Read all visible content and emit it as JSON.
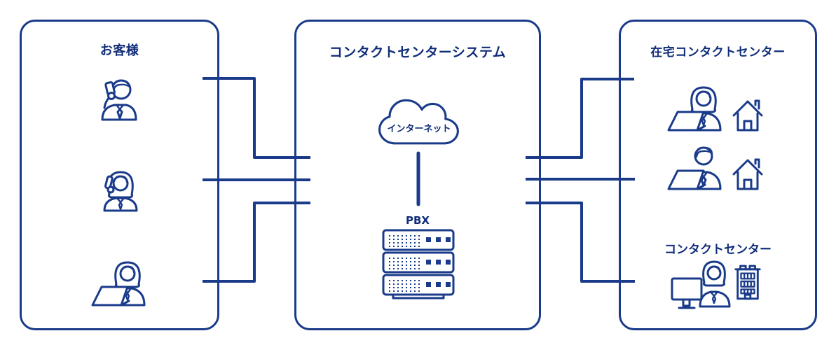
{
  "colors": {
    "line": "#1a3b8a",
    "text": "#102d78",
    "background": "#ffffff"
  },
  "panels": {
    "customers": {
      "title": "お客様",
      "items": [
        {
          "icon": "man-calling-smartphone-icon"
        },
        {
          "icon": "woman-calling-handset-icon"
        },
        {
          "icon": "woman-using-laptop-icon"
        }
      ]
    },
    "system": {
      "title": "コンタクトセンターシステム",
      "cloud_label": "インターネット",
      "pbx_label": "PBX",
      "icons": [
        "internet-cloud-icon",
        "pbx-server-icon"
      ]
    },
    "remote": {
      "title": "在宅コンタクトセンター",
      "contact_center_label": "コンタクトセンター",
      "items": [
        {
          "icon": "home-agent-woman-laptop-icon",
          "secondary_icon": "house-icon"
        },
        {
          "icon": "home-agent-man-laptop-icon",
          "secondary_icon": "house-icon"
        },
        {
          "icon": "office-agent-desktop-icon",
          "secondary_icon": "office-building-icon"
        }
      ]
    }
  }
}
